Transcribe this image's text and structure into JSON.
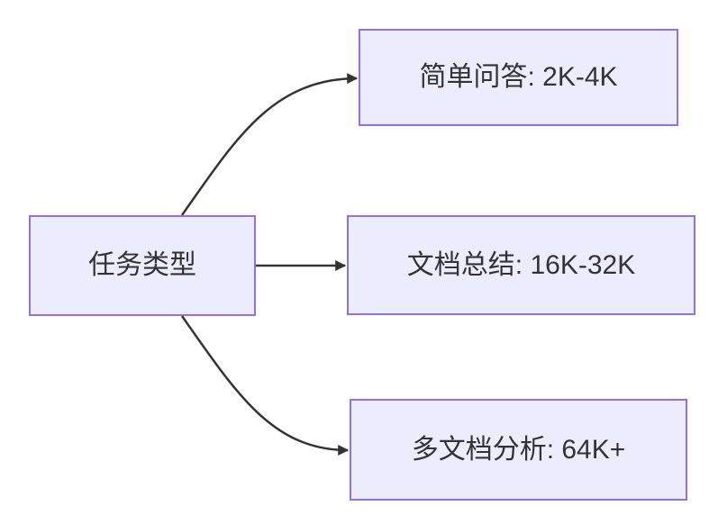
{
  "diagram": {
    "type": "flowchart-left-to-right",
    "root": {
      "label": "任务类型"
    },
    "branches": [
      {
        "label": "简单问答: 2K-4K"
      },
      {
        "label": "文档总结: 16K-32K"
      },
      {
        "label": "多文档分析: 64K+"
      }
    ],
    "colors": {
      "background": "#ffffff",
      "node_fill": "#ECECFF",
      "node_border": "#9370DB",
      "edge": "#333333",
      "text": "#333333"
    }
  }
}
